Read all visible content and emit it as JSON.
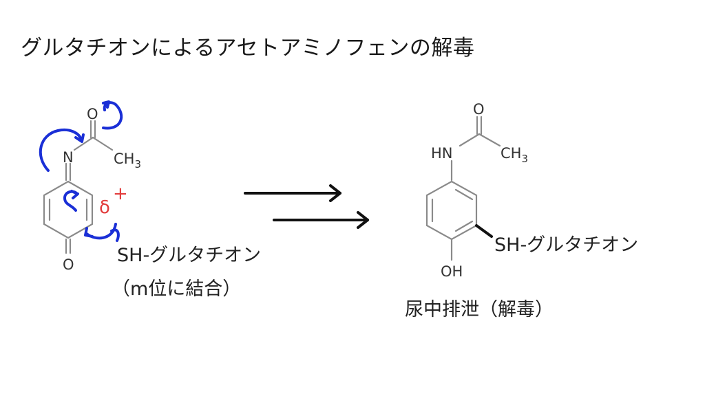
{
  "title": "グルタチオンによるアセトアミノフェンの解毒",
  "reactant": {
    "atoms": {
      "oxygen_top": "O",
      "nitrogen": "N",
      "methyl": "CH",
      "methyl_sub": "3",
      "oxygen_bottom": "O"
    },
    "partial_charge": {
      "delta": "δ",
      "sign": "+"
    },
    "reagent_label": "SH-グルタチオン",
    "binding_note": "（m位に結合）"
  },
  "product": {
    "atoms": {
      "oxygen_top": "O",
      "amine": "HN",
      "methyl": "CH",
      "methyl_sub": "3",
      "hydroxyl": "OH"
    },
    "substituent_label": "SH-グルタチオン",
    "fate_label": "尿中排泄（解毒）"
  },
  "colors": {
    "annotation_blue": "#1a2fd6",
    "charge_red": "#e23b3b",
    "bond_gray": "#8a8a8a",
    "text": "#222222"
  }
}
